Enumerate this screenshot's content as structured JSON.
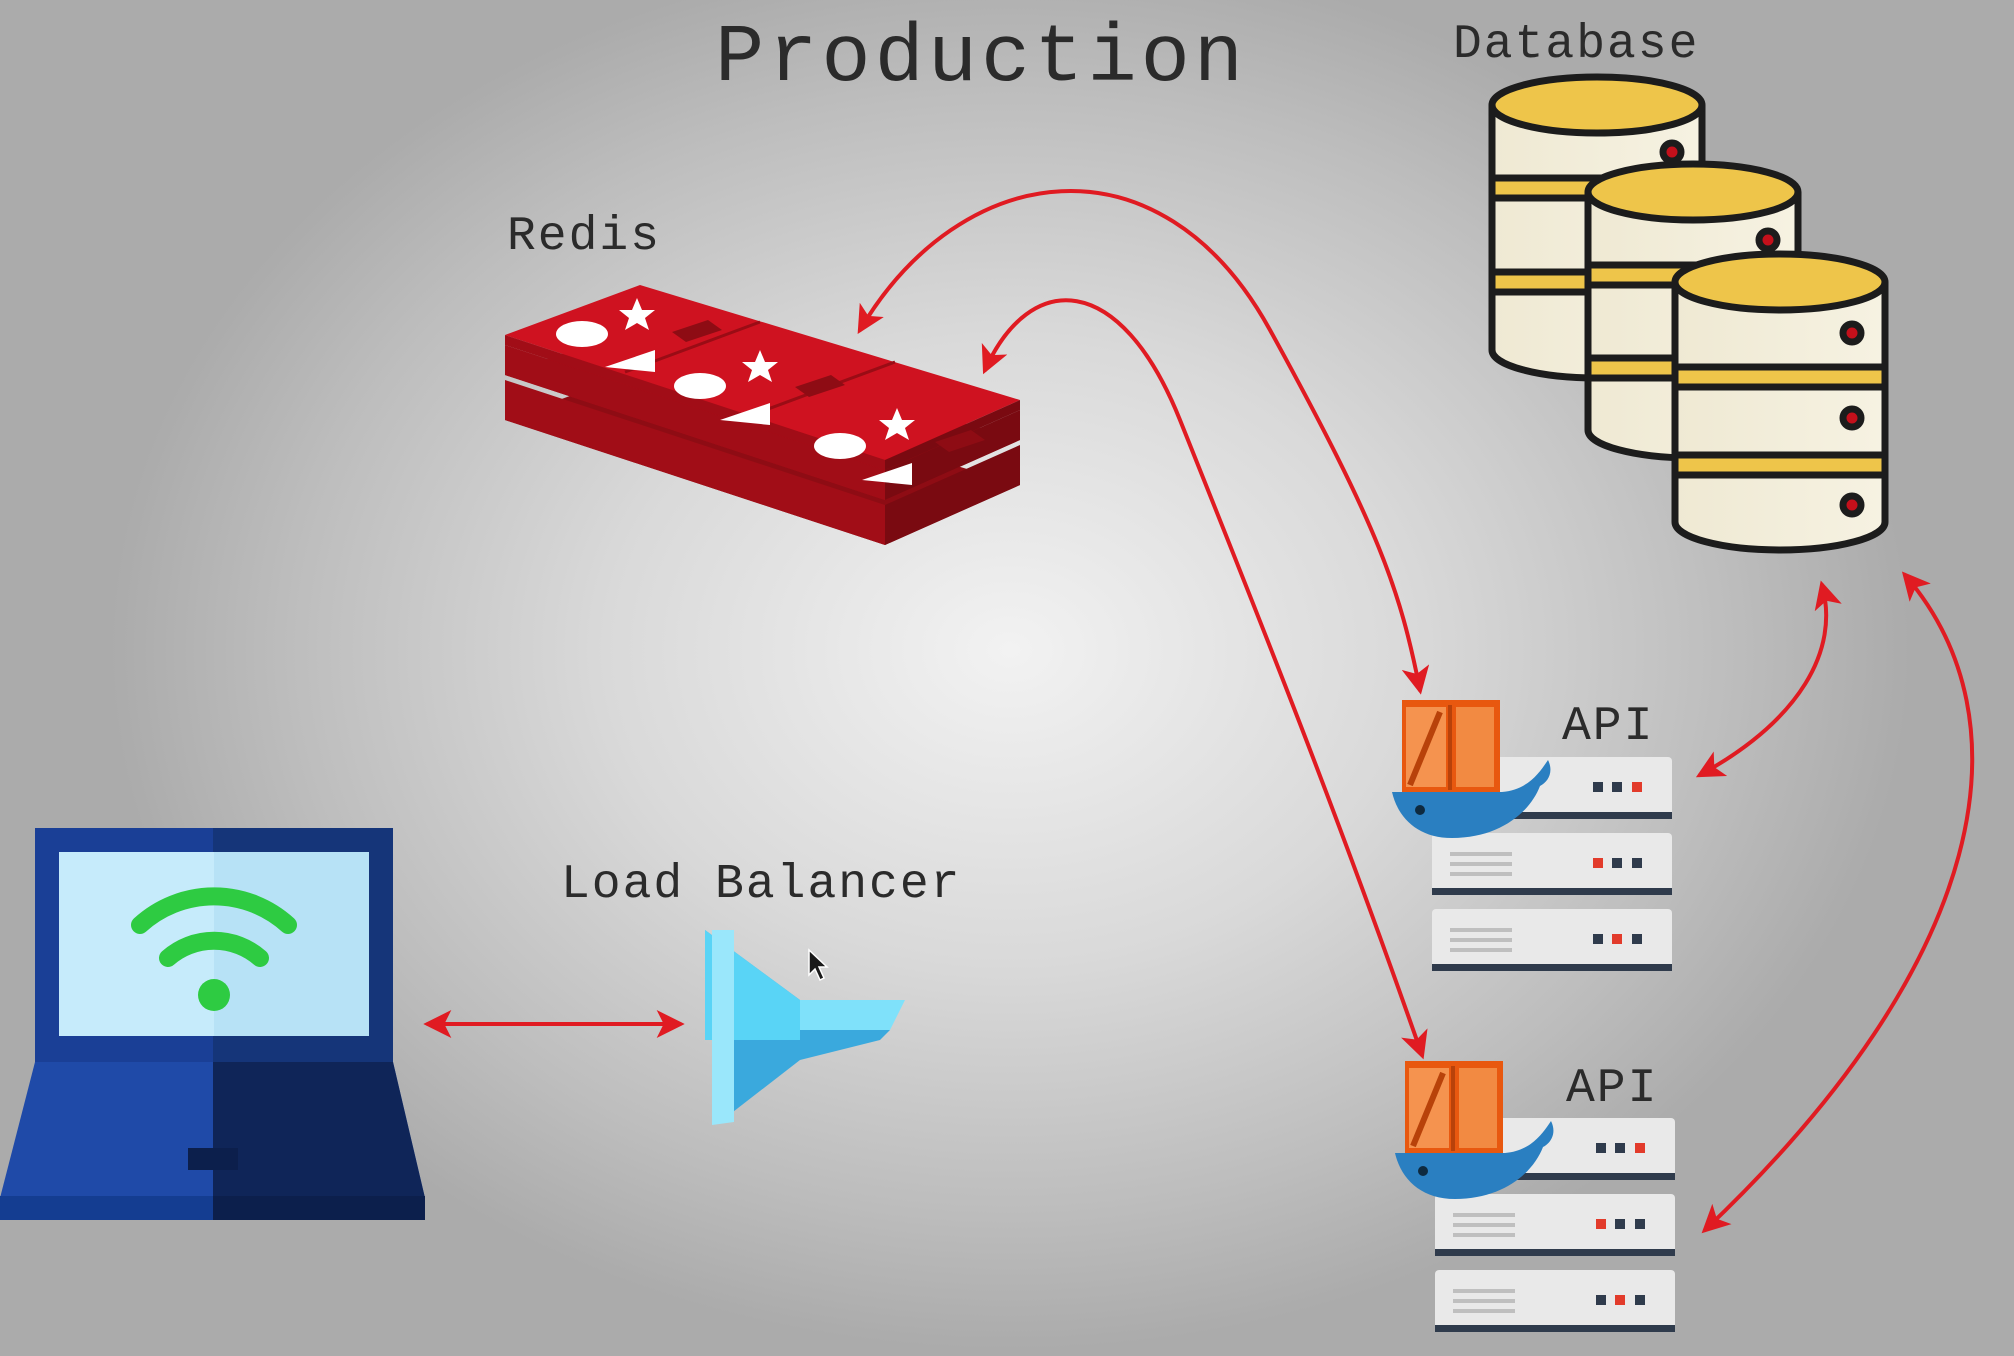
{
  "diagram": {
    "title": "Production",
    "nodes": {
      "database": {
        "label": "Database",
        "icon": "database-stack-icon"
      },
      "redis": {
        "label": "Redis",
        "icon": "redis-stack-icon"
      },
      "load_balancer": {
        "label": "Load Balancer",
        "icon": "funnel-icon"
      },
      "api_1": {
        "label": "API",
        "icon": "docker-server-icon"
      },
      "api_2": {
        "label": "API",
        "icon": "docker-server-icon"
      },
      "client": {
        "label": "",
        "icon": "laptop-wifi-icon"
      }
    },
    "connections": [
      {
        "from": "client",
        "to": "load_balancer",
        "style": "bidirectional"
      },
      {
        "from": "redis",
        "to": "api_1",
        "style": "bidirectional"
      },
      {
        "from": "redis",
        "to": "api_2",
        "style": "bidirectional"
      },
      {
        "from": "database",
        "to": "api_1",
        "style": "bidirectional"
      },
      {
        "from": "database",
        "to": "api_2",
        "style": "bidirectional"
      }
    ],
    "colors": {
      "arrow": "#e01b22",
      "redis_red": "#c4101b",
      "db_gold": "#eec54a",
      "db_cream": "#f1ecd6",
      "laptop_blue": "#163c8e",
      "funnel_cyan": "#4fd1f5",
      "docker_orange": "#e8580f",
      "docker_blue": "#2a7fc1"
    }
  }
}
